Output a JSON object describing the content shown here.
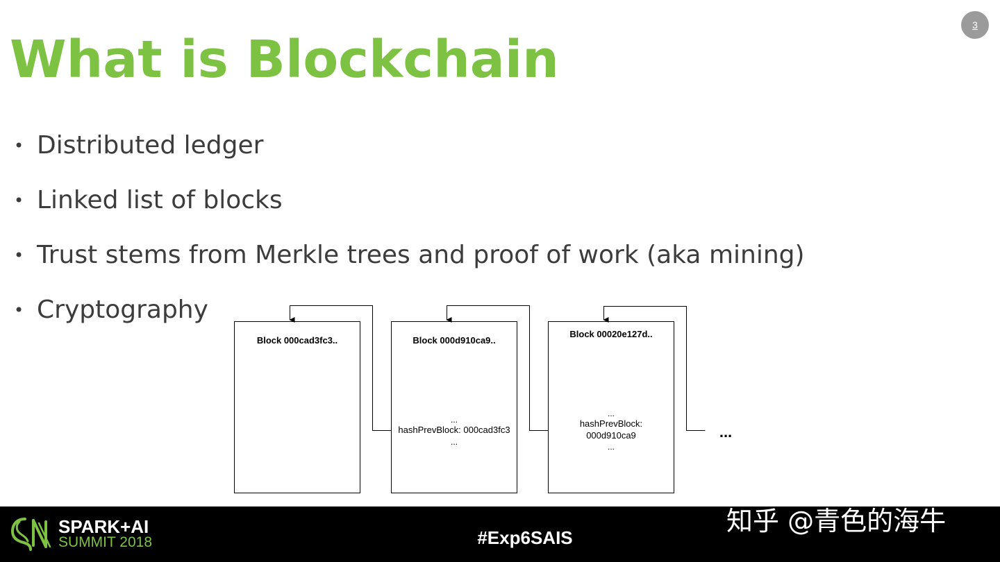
{
  "slide": {
    "title": "What is Blockchain",
    "page_number": "3",
    "bullets": [
      "Distributed ledger",
      "Linked list of blocks",
      "Trust stems from Merkle trees and proof of work (aka mining)",
      "Cryptography"
    ],
    "bullet_symbol": "•"
  },
  "diagram": {
    "blocks": [
      {
        "title": "Block 000cad3fc3..",
        "lines": []
      },
      {
        "title": "Block 000d910ca9..",
        "lines": [
          "...",
          "hashPrevBlock: 000cad3fc3",
          "..."
        ]
      },
      {
        "title": "Block 00020e127d..",
        "lines": [
          "...",
          "hashPrevBlock:",
          "000d910ca9",
          "..."
        ]
      }
    ],
    "continuation": "..."
  },
  "footer": {
    "logo_line1": "SPARK+AI",
    "logo_line2": "SUMMIT 2018",
    "hashtag": "#Exp6SAIS"
  },
  "watermark": "知乎 @青色的海牛",
  "colors": {
    "accent_green": "#7dc242",
    "text_gray": "#3c3c3c",
    "footer_bg": "#000000",
    "badge_gray": "#9b9b9b"
  }
}
